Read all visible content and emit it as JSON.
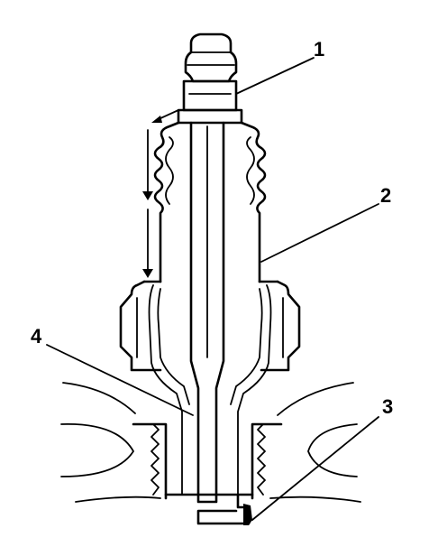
{
  "diagram": {
    "callouts": [
      {
        "id": "1",
        "label": "1"
      },
      {
        "id": "2",
        "label": "2"
      },
      {
        "id": "3",
        "label": "3"
      },
      {
        "id": "4",
        "label": "4"
      }
    ],
    "colors": {
      "ink": "#000000",
      "background": "#ffffff"
    }
  }
}
